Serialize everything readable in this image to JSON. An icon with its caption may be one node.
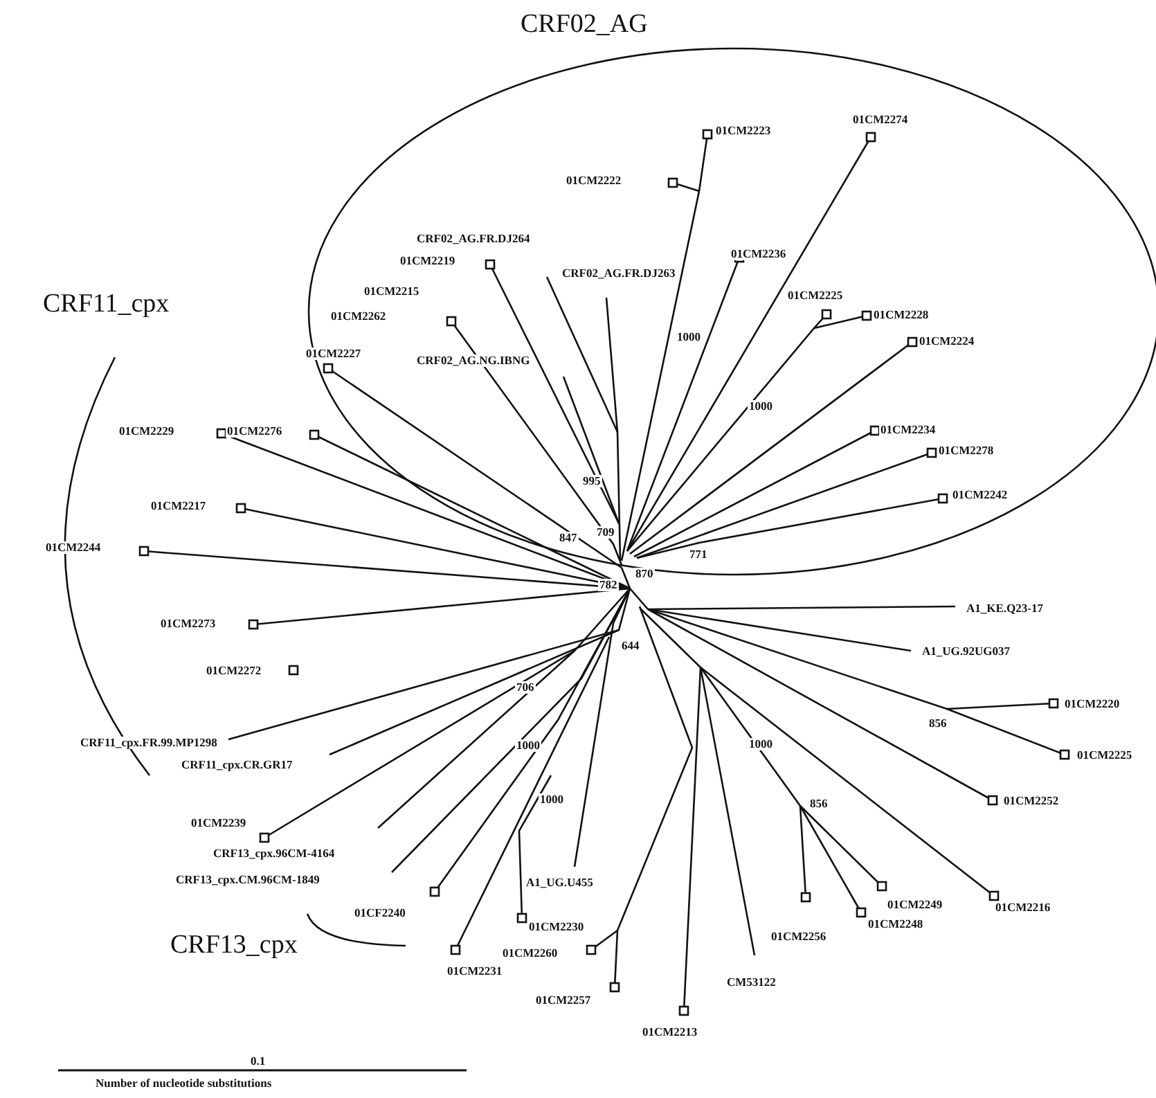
{
  "diagram": {
    "labels": [
      "CRF02_AG",
      "01CM2274",
      "01CM2223",
      "01CM2222",
      "CRF02_AG.FR.DJ264",
      "01CM2219",
      "01CM2236",
      "CRF02_AG.FR.DJ263",
      "01CM2215",
      "01CM2225",
      "01CM2262",
      "01CM2228",
      "01CM2227",
      "CRF02_AG.NG.IBNG",
      "1000",
      "01CM2224",
      "CRF11_cpx",
      "1000",
      "01CM2229",
      "01CM2276",
      "01CM2234",
      "01CM2278",
      "995",
      "01CM2217",
      "709",
      "01CM2242",
      "847",
      "771",
      "01CM2244",
      "870",
      "A1_KE.Q23-17",
      "01CM2273",
      "782",
      "A1_UG.92UG037",
      "644",
      "01CM2272",
      "706",
      "01CM2220",
      "856",
      "CRF11_cpx.FR.99.MP1298",
      "CRF11_cpx.CR.GR17",
      "1000",
      "1000",
      "01CM2225",
      "01CM2239",
      "1000",
      "01CM2252",
      "CRF13_cpx.96CM-4164",
      "856",
      "CRF13_cpx.CM.96CM-1849",
      "A1_UG.U455",
      "01CM2249",
      "01CF2240",
      "01CM2216",
      "01CM2230",
      "CRF13_cpx",
      "01CM2260",
      "01CM2256",
      "01CM2248",
      "01CM2231",
      "CM53122",
      "01CM2257",
      "01CM2213",
      "0.1",
      "Number of nucleotide substitutions"
    ]
  }
}
